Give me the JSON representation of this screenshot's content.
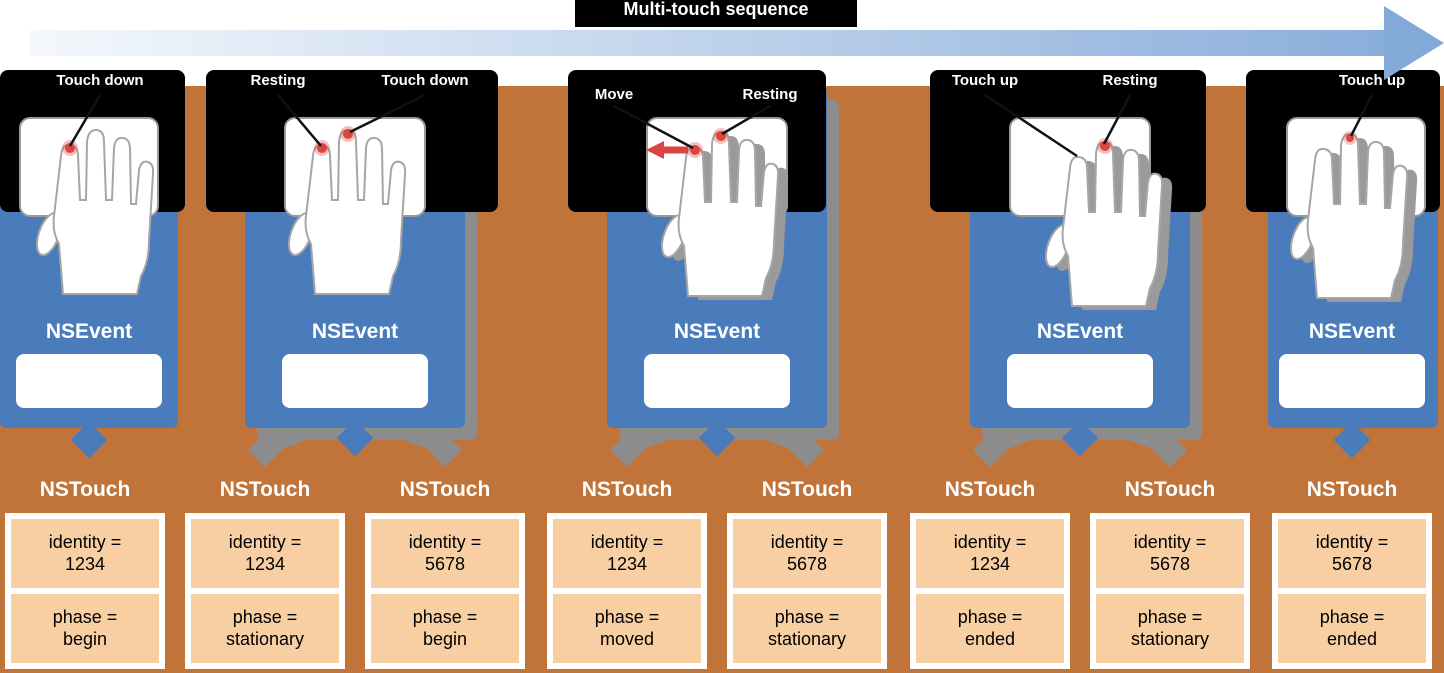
{
  "banner": {
    "label": "Multi-touch sequence"
  },
  "events": [
    {
      "label": "NSEvent",
      "callouts": [
        "Touch down"
      ]
    },
    {
      "label": "NSEvent",
      "callouts": [
        "Resting",
        "Touch down"
      ]
    },
    {
      "label": "NSEvent",
      "callouts": [
        "Move",
        "Resting"
      ]
    },
    {
      "label": "NSEvent",
      "callouts": [
        "Touch up",
        "Resting"
      ]
    },
    {
      "label": "NSEvent",
      "callouts": [
        "Touch up"
      ]
    }
  ],
  "touches": [
    {
      "label": "NSTouch",
      "identity_label": "identity =",
      "identity": "1234",
      "phase_label": "phase =",
      "phase": "begin"
    },
    {
      "label": "NSTouch",
      "identity_label": "identity =",
      "identity": "1234",
      "phase_label": "phase =",
      "phase": "stationary"
    },
    {
      "label": "NSTouch",
      "identity_label": "identity =",
      "identity": "5678",
      "phase_label": "phase =",
      "phase": "begin"
    },
    {
      "label": "NSTouch",
      "identity_label": "identity =",
      "identity": "1234",
      "phase_label": "phase =",
      "phase": "moved"
    },
    {
      "label": "NSTouch",
      "identity_label": "identity =",
      "identity": "5678",
      "phase_label": "phase =",
      "phase": "stationary"
    },
    {
      "label": "NSTouch",
      "identity_label": "identity =",
      "identity": "1234",
      "phase_label": "phase =",
      "phase": "ended"
    },
    {
      "label": "NSTouch",
      "identity_label": "identity =",
      "identity": "5678",
      "phase_label": "phase =",
      "phase": "stationary"
    },
    {
      "label": "NSTouch",
      "identity_label": "identity =",
      "identity": "5678",
      "phase_label": "phase =",
      "phase": "ended"
    }
  ],
  "colors": {
    "background_orange": "#C0743A",
    "event_blue": "#4A7CBC",
    "connector_gray": "#8C8C8C",
    "panel_black": "#000000",
    "card_peach": "#F7CFA2",
    "touch_red": "#D94540",
    "arrow_blue": "#83A9D8"
  }
}
